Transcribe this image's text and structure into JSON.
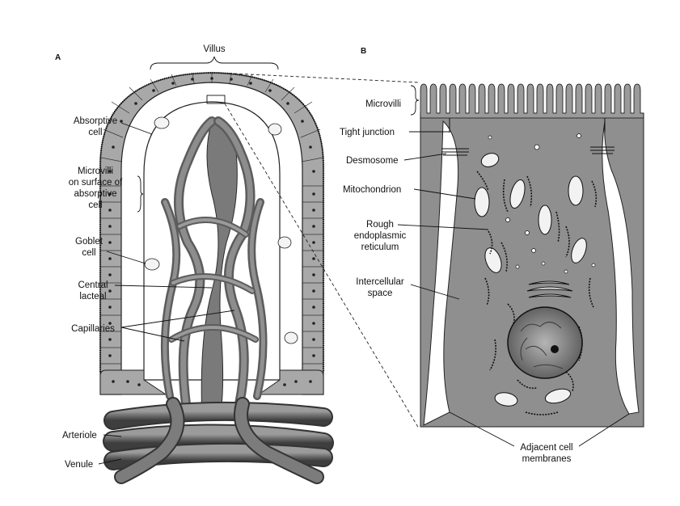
{
  "panels": {
    "a": "A",
    "b": "B"
  },
  "villus_title": "Villus",
  "left_labels": {
    "absorptive_cell": [
      "Absorptive",
      "cell"
    ],
    "microvilli_surface": [
      "Microvilli",
      "on surface of",
      "absorptive",
      "cell"
    ],
    "goblet_cell": [
      "Goblet",
      "cell"
    ],
    "central_lacteal": [
      "Central",
      "lacteal"
    ],
    "capillaries": "Capillaries",
    "arteriole": "Arteriole",
    "venule": "Venule"
  },
  "right_labels": {
    "microvilli": "Microvilli",
    "tight_junction": "Tight junction",
    "desmosome": "Desmosome",
    "mitochondrion": "Mitochondrion",
    "rough_er": [
      "Rough",
      "endoplasmic",
      "reticulum"
    ],
    "intercellular_space": [
      "Intercellular",
      "space"
    ],
    "adjacent_membranes": [
      "Adjacent cell",
      "membranes"
    ]
  },
  "colors": {
    "tissue": "#9a9a9a",
    "vessel": "#6e6e6e",
    "cytoplasm": "#8f8f8f",
    "background": "#ffffff"
  }
}
